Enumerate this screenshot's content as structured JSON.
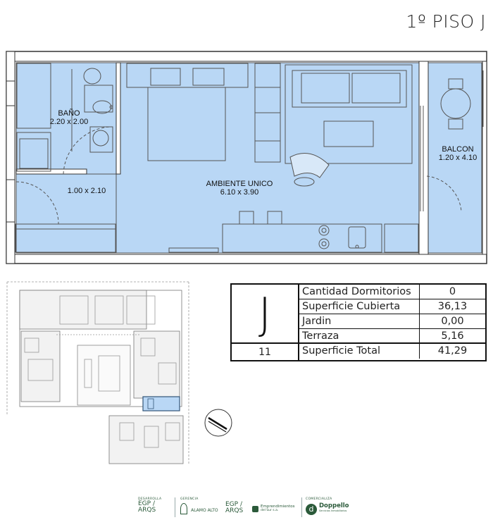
{
  "page_title": "1º PISO J",
  "plan": {
    "rooms": [
      {
        "name": "BAÑO",
        "dims": "2.20  x 2.00"
      },
      {
        "name": "",
        "dims": "1.00  x 2.10"
      },
      {
        "name": "AMBIENTE UNICO",
        "dims": "6.10 x 3.90"
      },
      {
        "name": "BALCON",
        "dims": "1.20 x 4.10"
      }
    ],
    "colors": {
      "room_fill": "#b9d7f5",
      "wall": "#333333",
      "line": "#555555"
    }
  },
  "unit_table": {
    "letter": "J",
    "number": "11",
    "rows": [
      {
        "label": "Cantidad Dormitorios",
        "value": "0"
      },
      {
        "label": "Superficie Cubierta",
        "value": "36,13"
      },
      {
        "label": "Jardin",
        "value": "0,00"
      },
      {
        "label": "Terraza",
        "value": "5,16"
      },
      {
        "label": "Superficie Total",
        "value": "41,29"
      }
    ]
  },
  "footer_logos": {
    "desarrolla": {
      "caption": "DESARROLLA",
      "name_line1": "EGP /",
      "name_line2": "ARQS"
    },
    "gerencia": {
      "caption": "GERENCIA",
      "name": "ALAMO ALTO"
    },
    "egp": {
      "name_line1": "EGP /",
      "name_line2": "ARQS"
    },
    "emprendimientos": {
      "name_line1": "Emprendimientos",
      "name_line2": "del Sur s.a."
    },
    "comercializa": {
      "caption": "COMERCIALIZA",
      "name": "Doppello",
      "tagline": "Servicios Inmobiliarios"
    }
  }
}
